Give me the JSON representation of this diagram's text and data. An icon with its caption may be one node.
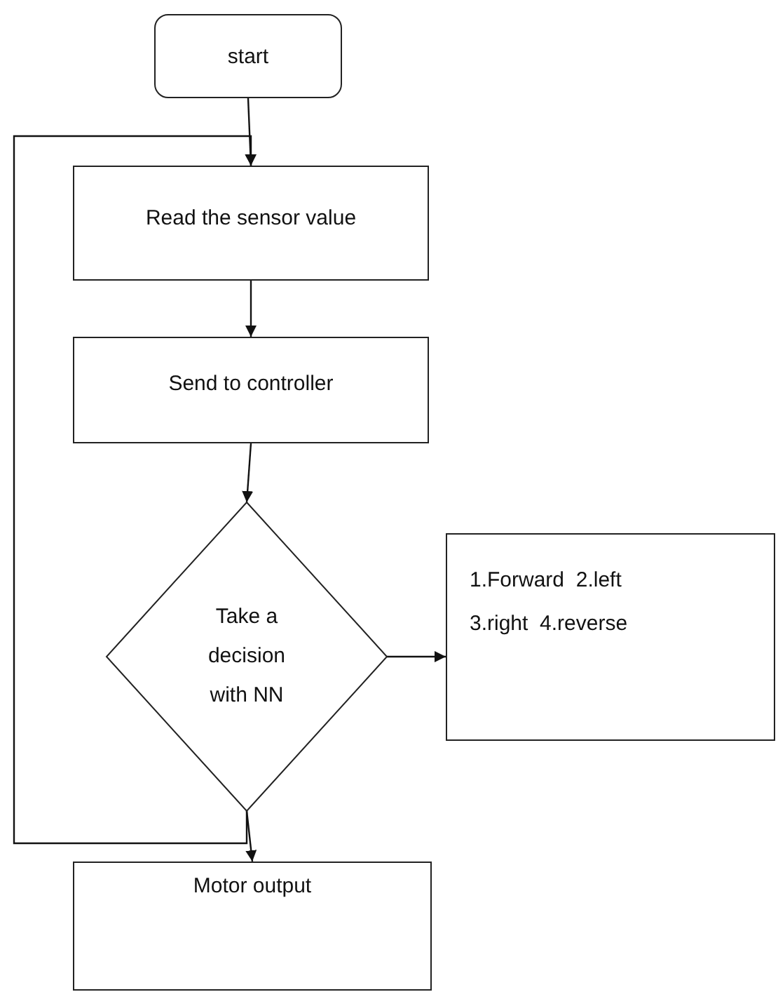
{
  "diagram": {
    "nodes": [
      {
        "text": [
          "start"
        ]
      },
      {
        "text": [
          "Read the sensor value"
        ]
      },
      {
        "text": [
          "Send to controller"
        ]
      },
      {
        "text": [
          "Take a decision with NN"
        ]
      },
      {
        "text": [
          "1.Forward  2.left",
          "3.right  4.reverse"
        ]
      },
      {
        "text": [
          "Motor output"
        ]
      }
    ],
    "edges": [
      {
        "from": 0,
        "to": 1,
        "arrow": "to"
      },
      {
        "from": 1,
        "to": 2,
        "arrow": "to"
      },
      {
        "from": 2,
        "to": 3,
        "arrow": "to"
      },
      {
        "from": 3,
        "to": 4,
        "arrow": "to"
      },
      {
        "from": 3,
        "to": 5,
        "arrow": "to"
      },
      {
        "from": 3,
        "to": 1,
        "arrow": "to"
      }
    ]
  }
}
